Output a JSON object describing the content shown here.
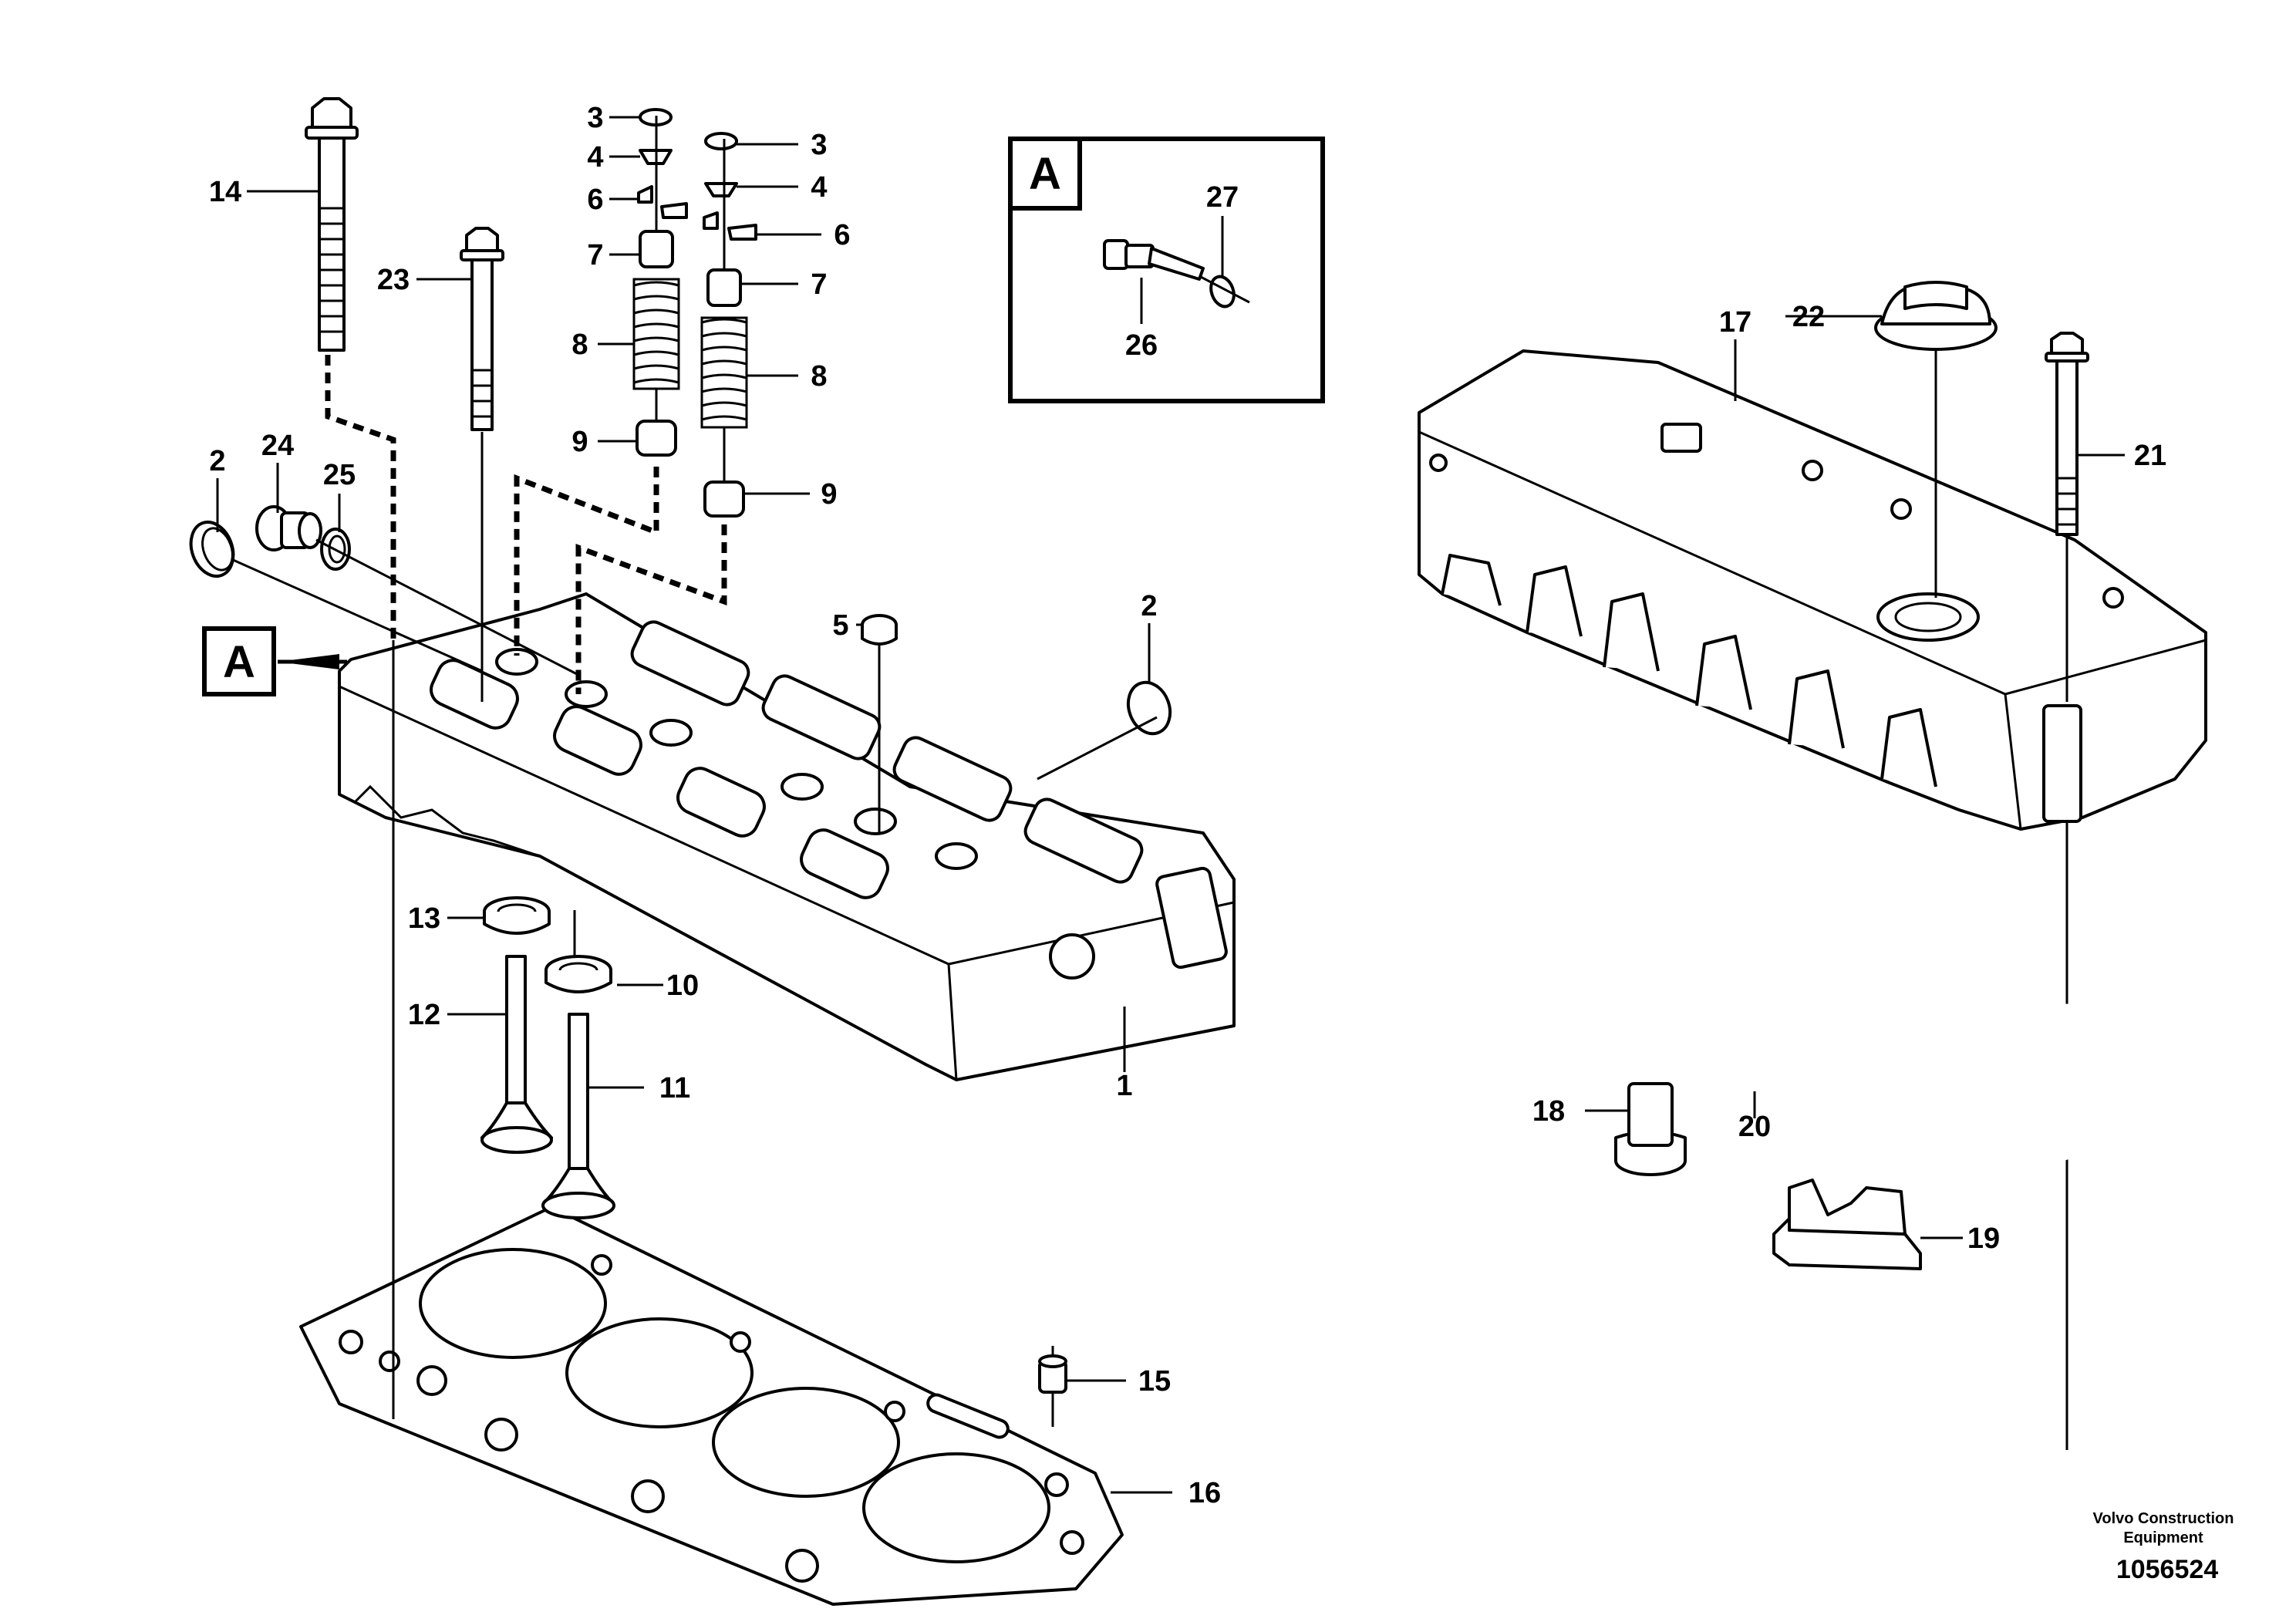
{
  "view_marker": "A",
  "detail_box": {
    "letter": "A",
    "labels": [
      "27",
      "26"
    ]
  },
  "callouts": {
    "c1": "1",
    "c2a": "2",
    "c2b": "2",
    "c3a": "3",
    "c3b": "3",
    "c4a": "4",
    "c4b": "4",
    "c5": "5",
    "c6a": "6",
    "c6b": "6",
    "c7a": "7",
    "c7b": "7",
    "c8a": "8",
    "c8b": "8",
    "c9a": "9",
    "c9b": "9",
    "c10": "10",
    "c11": "11",
    "c12": "12",
    "c13": "13",
    "c14": "14",
    "c15": "15",
    "c16": "16",
    "c17": "17",
    "c18": "18",
    "c19": "19",
    "c20": "20",
    "c21": "21",
    "c22": "22",
    "c23": "23",
    "c24": "24",
    "c25": "25"
  },
  "footer": {
    "brand_line1": "Volvo Construction",
    "brand_line2": "Equipment",
    "drawing_number": "1056524"
  }
}
